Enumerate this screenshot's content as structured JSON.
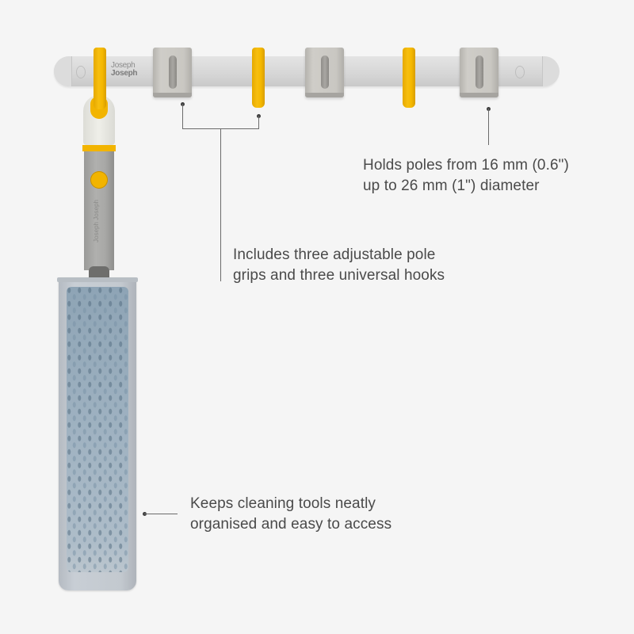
{
  "product": {
    "brand_logo_line1": "Joseph",
    "brand_logo_line2": "Joseph",
    "tool_brand": "Joseph Joseph",
    "colors": {
      "background": "#f5f5f5",
      "rail": "#d6d6d6",
      "grip": "#c9c7c2",
      "hook_accent": "#f5b800",
      "mop": "#9fb2c1",
      "text": "#4a4a4a"
    },
    "rail_components": [
      {
        "type": "hook",
        "name": "hook-1"
      },
      {
        "type": "grip",
        "name": "grip-1"
      },
      {
        "type": "hook",
        "name": "hook-2"
      },
      {
        "type": "grip",
        "name": "grip-2"
      },
      {
        "type": "hook",
        "name": "hook-3"
      },
      {
        "type": "grip",
        "name": "grip-3"
      }
    ]
  },
  "callouts": {
    "pole_size": {
      "line1": "Holds poles from 16 mm (0.6\")",
      "line2": "up to 26 mm (1\") diameter"
    },
    "included": {
      "line1": "Includes three adjustable pole",
      "line2": "grips and three universal hooks"
    },
    "organised": {
      "line1": "Keeps cleaning tools neatly",
      "line2": "organised and easy to access"
    }
  }
}
